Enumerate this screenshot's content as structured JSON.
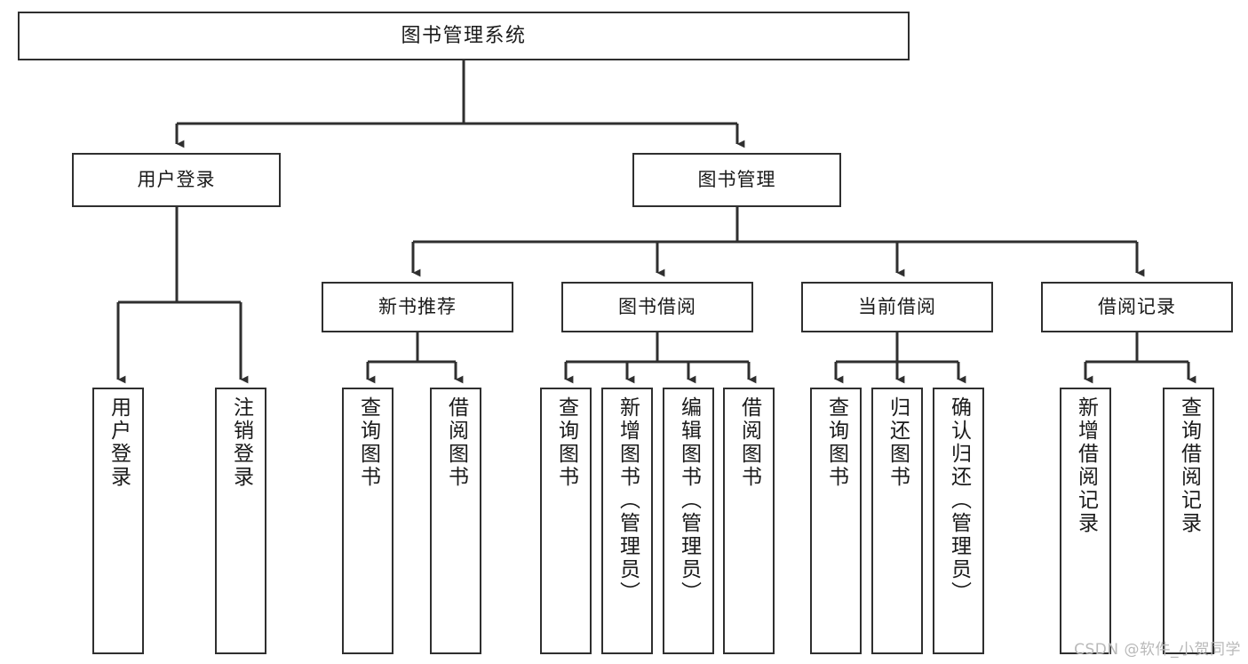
{
  "diagram": {
    "title": "图书管理系统",
    "type": "tree",
    "orientation": "top-down",
    "style": {
      "box_fill": "#ffffff",
      "box_stroke": "#2f2f2f",
      "line_color": "#2f2f2f",
      "text_color": "#1a1a1a",
      "background": "#ffffff",
      "watermark_color": "#b9b9b9"
    },
    "root": {
      "id": "root",
      "label": "图书管理系统",
      "text_direction": "horizontal"
    },
    "level1": [
      {
        "id": "user-login",
        "label": "用户登录",
        "text_direction": "horizontal"
      },
      {
        "id": "book-management",
        "label": "图书管理",
        "text_direction": "horizontal"
      }
    ],
    "level2": [
      {
        "id": "new-book-recommend",
        "label": "新书推荐",
        "parent": "book-management",
        "text_direction": "horizontal"
      },
      {
        "id": "book-borrow",
        "label": "图书借阅",
        "parent": "book-management",
        "text_direction": "horizontal"
      },
      {
        "id": "current-borrow",
        "label": "当前借阅",
        "parent": "book-management",
        "text_direction": "horizontal"
      },
      {
        "id": "borrow-record",
        "label": "借阅记录",
        "parent": "book-management",
        "text_direction": "horizontal"
      }
    ],
    "leaves": [
      {
        "id": "leaf-user-login",
        "label": "用户登录",
        "parent": "user-login",
        "text_direction": "vertical"
      },
      {
        "id": "leaf-logout",
        "label": "注销登录",
        "parent": "user-login",
        "text_direction": "vertical"
      },
      {
        "id": "leaf-query-book-nb",
        "label": "查询图书",
        "parent": "new-book-recommend",
        "text_direction": "vertical"
      },
      {
        "id": "leaf-borrow-book-nb",
        "label": "借阅图书",
        "parent": "new-book-recommend",
        "text_direction": "vertical"
      },
      {
        "id": "leaf-query-book-bb",
        "label": "查询图书",
        "parent": "book-borrow",
        "text_direction": "vertical"
      },
      {
        "id": "leaf-add-book",
        "label": "新增图书（管理员）",
        "parent": "book-borrow",
        "text_direction": "vertical"
      },
      {
        "id": "leaf-edit-book",
        "label": "编辑图书（管理员）",
        "parent": "book-borrow",
        "text_direction": "vertical"
      },
      {
        "id": "leaf-borrow-book-bb",
        "label": "借阅图书",
        "parent": "book-borrow",
        "text_direction": "vertical"
      },
      {
        "id": "leaf-query-book-cb",
        "label": "查询图书",
        "parent": "current-borrow",
        "text_direction": "vertical"
      },
      {
        "id": "leaf-return-book",
        "label": "归还图书",
        "parent": "current-borrow",
        "text_direction": "vertical"
      },
      {
        "id": "leaf-confirm-return",
        "label": "确认归还（管理员）",
        "parent": "current-borrow",
        "text_direction": "vertical"
      },
      {
        "id": "leaf-add-borrow-record",
        "label": "新增借阅记录",
        "parent": "borrow-record",
        "text_direction": "vertical"
      },
      {
        "id": "leaf-query-borrow-record",
        "label": "查询借阅记录",
        "parent": "borrow-record",
        "text_direction": "vertical"
      }
    ]
  },
  "watermark": {
    "text": "CSDN @软件_小贺同学"
  }
}
